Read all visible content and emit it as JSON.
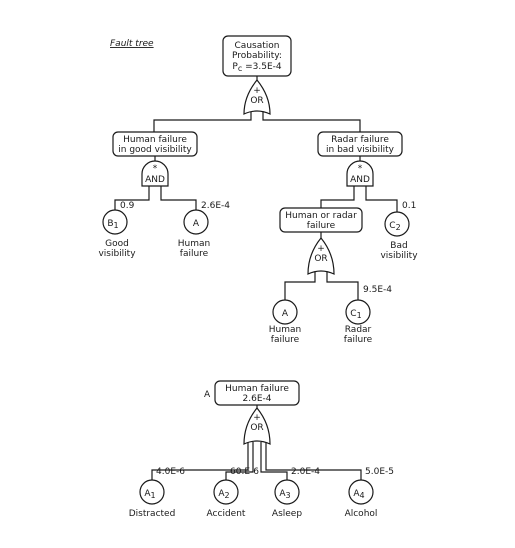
{
  "title": "Fault tree",
  "top_event": {
    "line1": "Causation",
    "line2": "Probability:",
    "line3": "P",
    "line3_sub": "c",
    "line3_rest": " =3.5E-4"
  },
  "gate_top": {
    "sym": "+",
    "type": "OR"
  },
  "left_event": {
    "line1": "Human failure",
    "line2": "in good visibility"
  },
  "gate_left": {
    "sym": "*",
    "type": "AND"
  },
  "right_event": {
    "line1": "Radar failure",
    "line2": "in bad visibility"
  },
  "gate_right": {
    "sym": "*",
    "type": "AND"
  },
  "b1": {
    "main": "B",
    "sub": "1",
    "prob": "0.9",
    "label1": "Good",
    "label2": "visibility"
  },
  "a_left": {
    "main": "A",
    "prob": "2.6E-4",
    "label1": "Human",
    "label2": "failure"
  },
  "mid_event": {
    "line1": "Human or radar",
    "line2": "failure"
  },
  "gate_mid": {
    "sym": "+",
    "type": "OR"
  },
  "c2": {
    "main": "C",
    "sub": "2",
    "prob": "0.1",
    "label1": "Bad",
    "label2": "visibility"
  },
  "a_mid": {
    "main": "A",
    "label1": "Human",
    "label2": "failure"
  },
  "c1": {
    "main": "C",
    "sub": "1",
    "prob": "9.5E-4",
    "label1": "Radar",
    "label2": "failure"
  },
  "sub_tree": {
    "tag": "A",
    "event": {
      "line1": "Human failure",
      "line2": "2.6E-4"
    },
    "gate": {
      "sym": "+",
      "type": "OR"
    },
    "a1": {
      "main": "A",
      "sub": "1",
      "prob": "4.0E-6",
      "label": "Distracted"
    },
    "a2": {
      "main": "A",
      "sub": "2",
      "prob": "60.E-6",
      "label": "Accident"
    },
    "a3": {
      "main": "A",
      "sub": "3",
      "prob": "2.0E-4",
      "label": "Asleep"
    },
    "a4": {
      "main": "A",
      "sub": "4",
      "prob": "5.0E-5",
      "label": "Alcohol"
    }
  }
}
